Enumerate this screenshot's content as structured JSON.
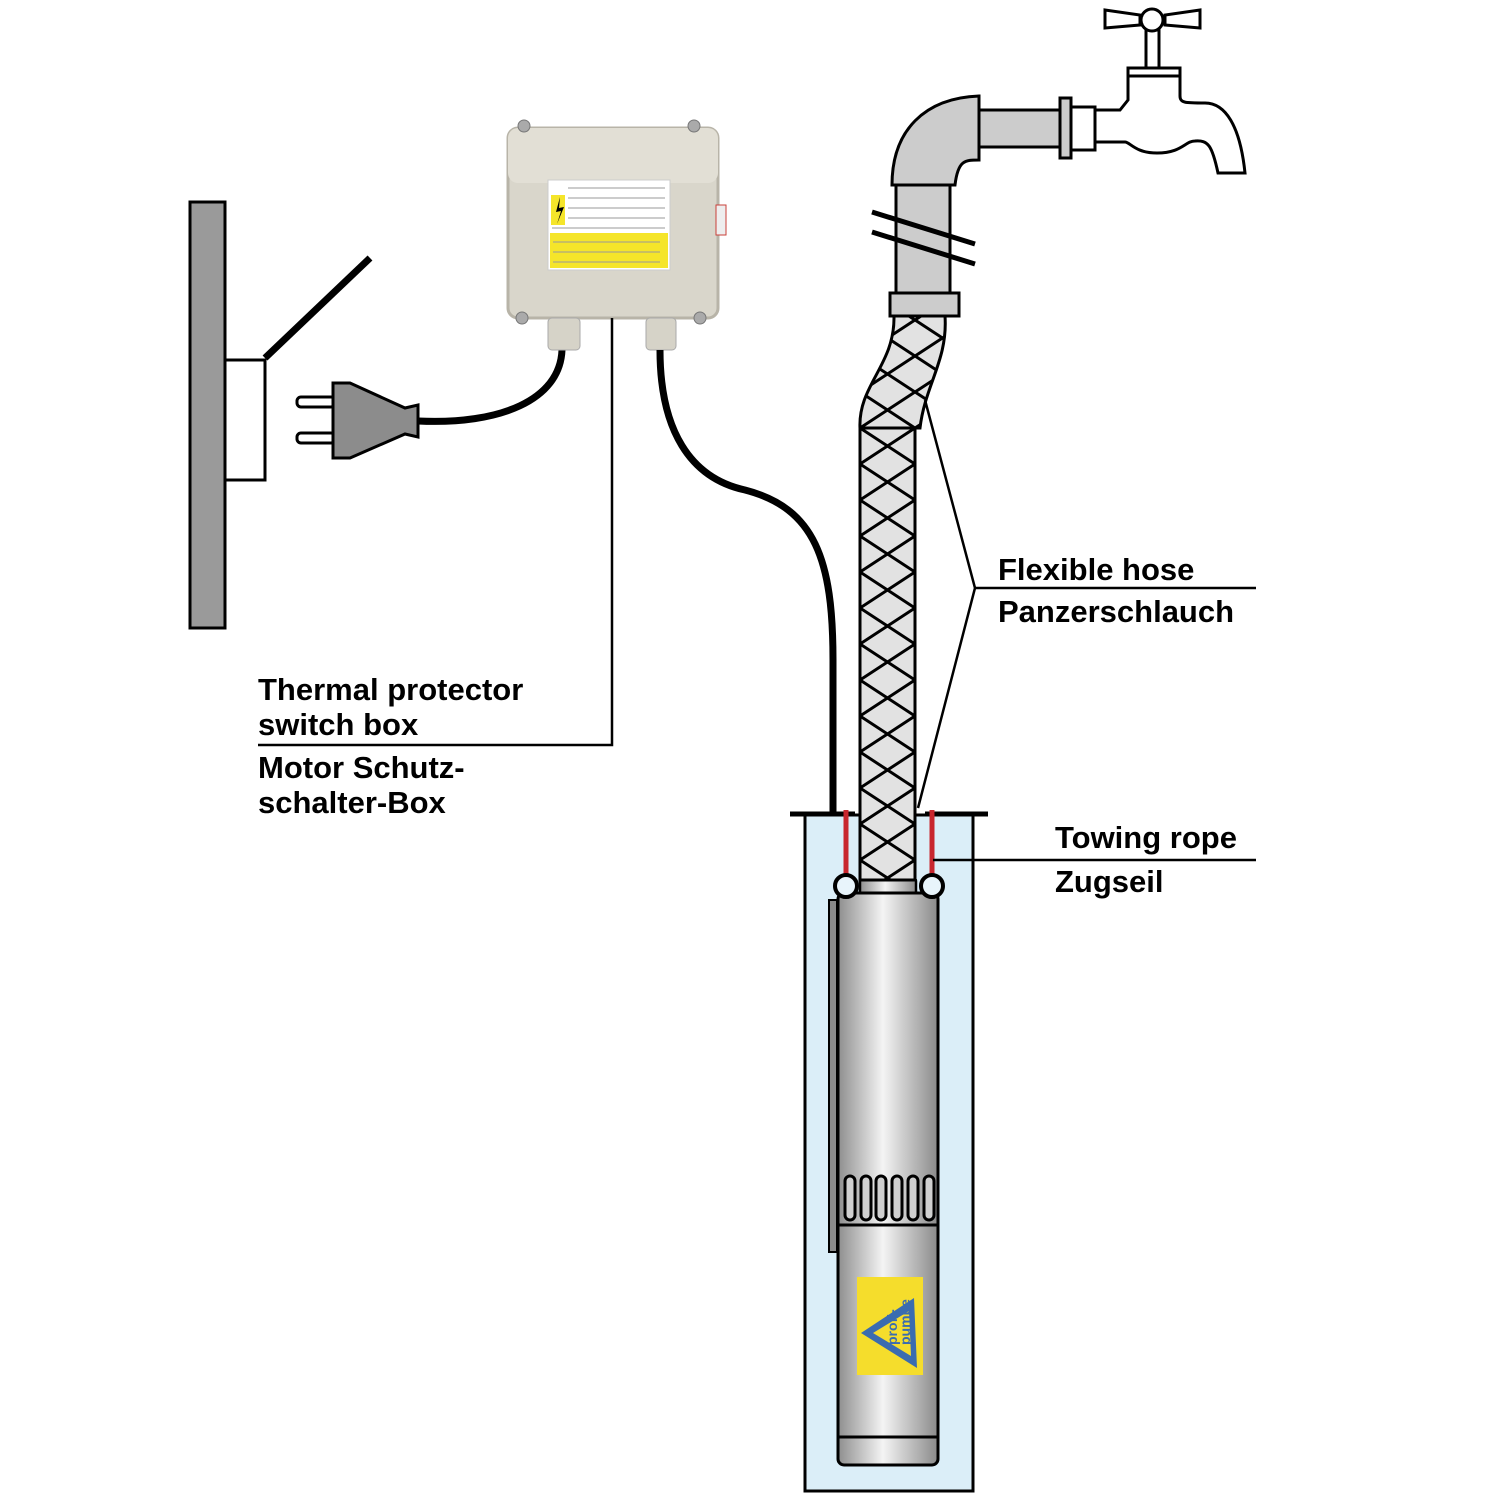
{
  "labels": {
    "switch_box_en_1": "Thermal protector",
    "switch_box_en_2": "switch box",
    "switch_box_de_1": "Motor Schutz-",
    "switch_box_de_2": "schalter-Box",
    "hose_en": "Flexible hose",
    "hose_de": "Panzerschlauch",
    "rope_en": "Towing rope",
    "rope_de": "Zugseil"
  },
  "logo": {
    "line1": "profi-",
    "line2": "pumpe"
  },
  "colors": {
    "pipe": "#cccccc",
    "well_water": "#dbeef8",
    "rope": "#c8262e",
    "logo_bg": "#f5dd2c",
    "logo_fg": "#3a6cb0",
    "wall": "#9a9a9a",
    "box": "#d9d6cb"
  }
}
